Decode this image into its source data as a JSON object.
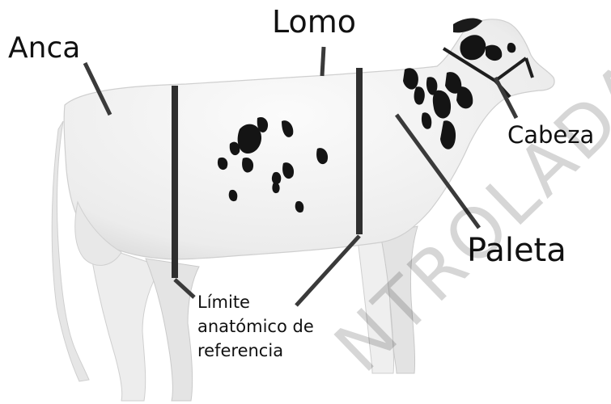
{
  "labels": {
    "anca": "Anca",
    "lomo": "Lomo",
    "cabeza": "Cabeza",
    "paleta": "Paleta",
    "limite_line1": "Límite",
    "limite_line2": "anatómico de",
    "limite_line3": "referencia"
  },
  "watermark": "NTROLADA",
  "colors": {
    "ink": "#111111",
    "line": "#2f2f2f",
    "cow_body": "#f4f4f4",
    "cow_spots": "#141414"
  }
}
